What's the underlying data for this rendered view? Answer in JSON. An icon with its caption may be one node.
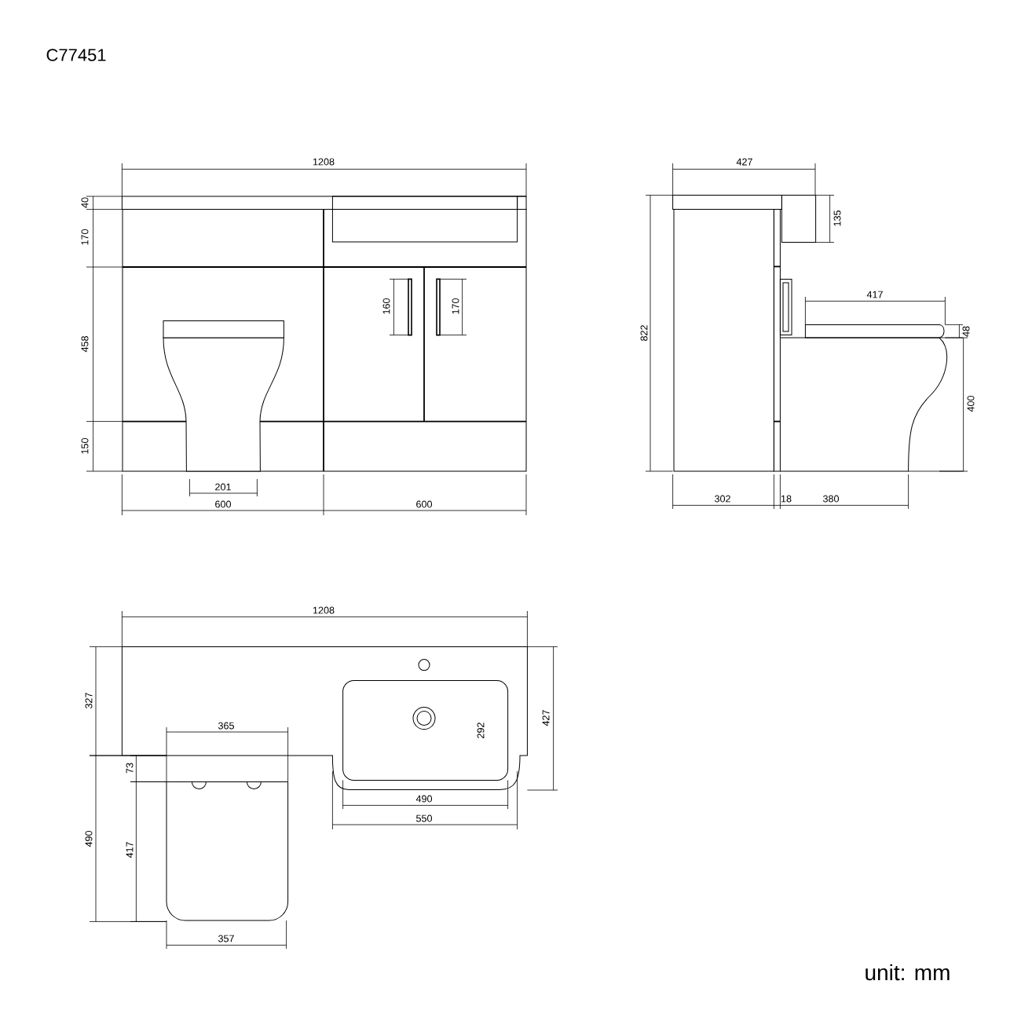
{
  "diagram": {
    "title": "C77451",
    "labels": [
      "1208",
      "40",
      "170",
      "160",
      "170",
      "458",
      "150",
      "201",
      "600",
      "600",
      "427",
      "135",
      "822",
      "417",
      "48",
      "400",
      "302",
      "18",
      "380",
      "1208",
      "327",
      "427",
      "365",
      "292",
      "73",
      "490",
      "490",
      "417",
      "550",
      "357",
      "unit: mm"
    ]
  }
}
